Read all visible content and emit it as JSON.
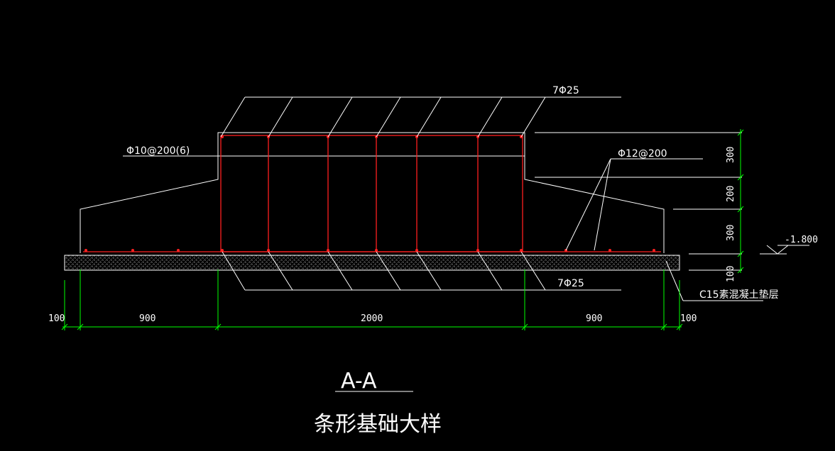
{
  "labels": {
    "top_bars": "7Φ25",
    "bottom_bars": "7Φ25",
    "stirrups": "Φ10@200(6)",
    "distribution_bars": "Φ12@200",
    "elevation": "-1.800",
    "cushion": "C15素混凝土垫层"
  },
  "dimensions": {
    "horizontal": [
      "100",
      "900",
      "2000",
      "900",
      "100"
    ],
    "vertical": [
      "300",
      "200",
      "300",
      "100"
    ]
  },
  "title": {
    "section": "A-A",
    "name": "条形基础大样"
  },
  "colors": {
    "background": "#000000",
    "outline": "#ffffff",
    "rebar": "#ff2020",
    "dimension": "#00ff00",
    "hatch": "#a0a0a0"
  }
}
